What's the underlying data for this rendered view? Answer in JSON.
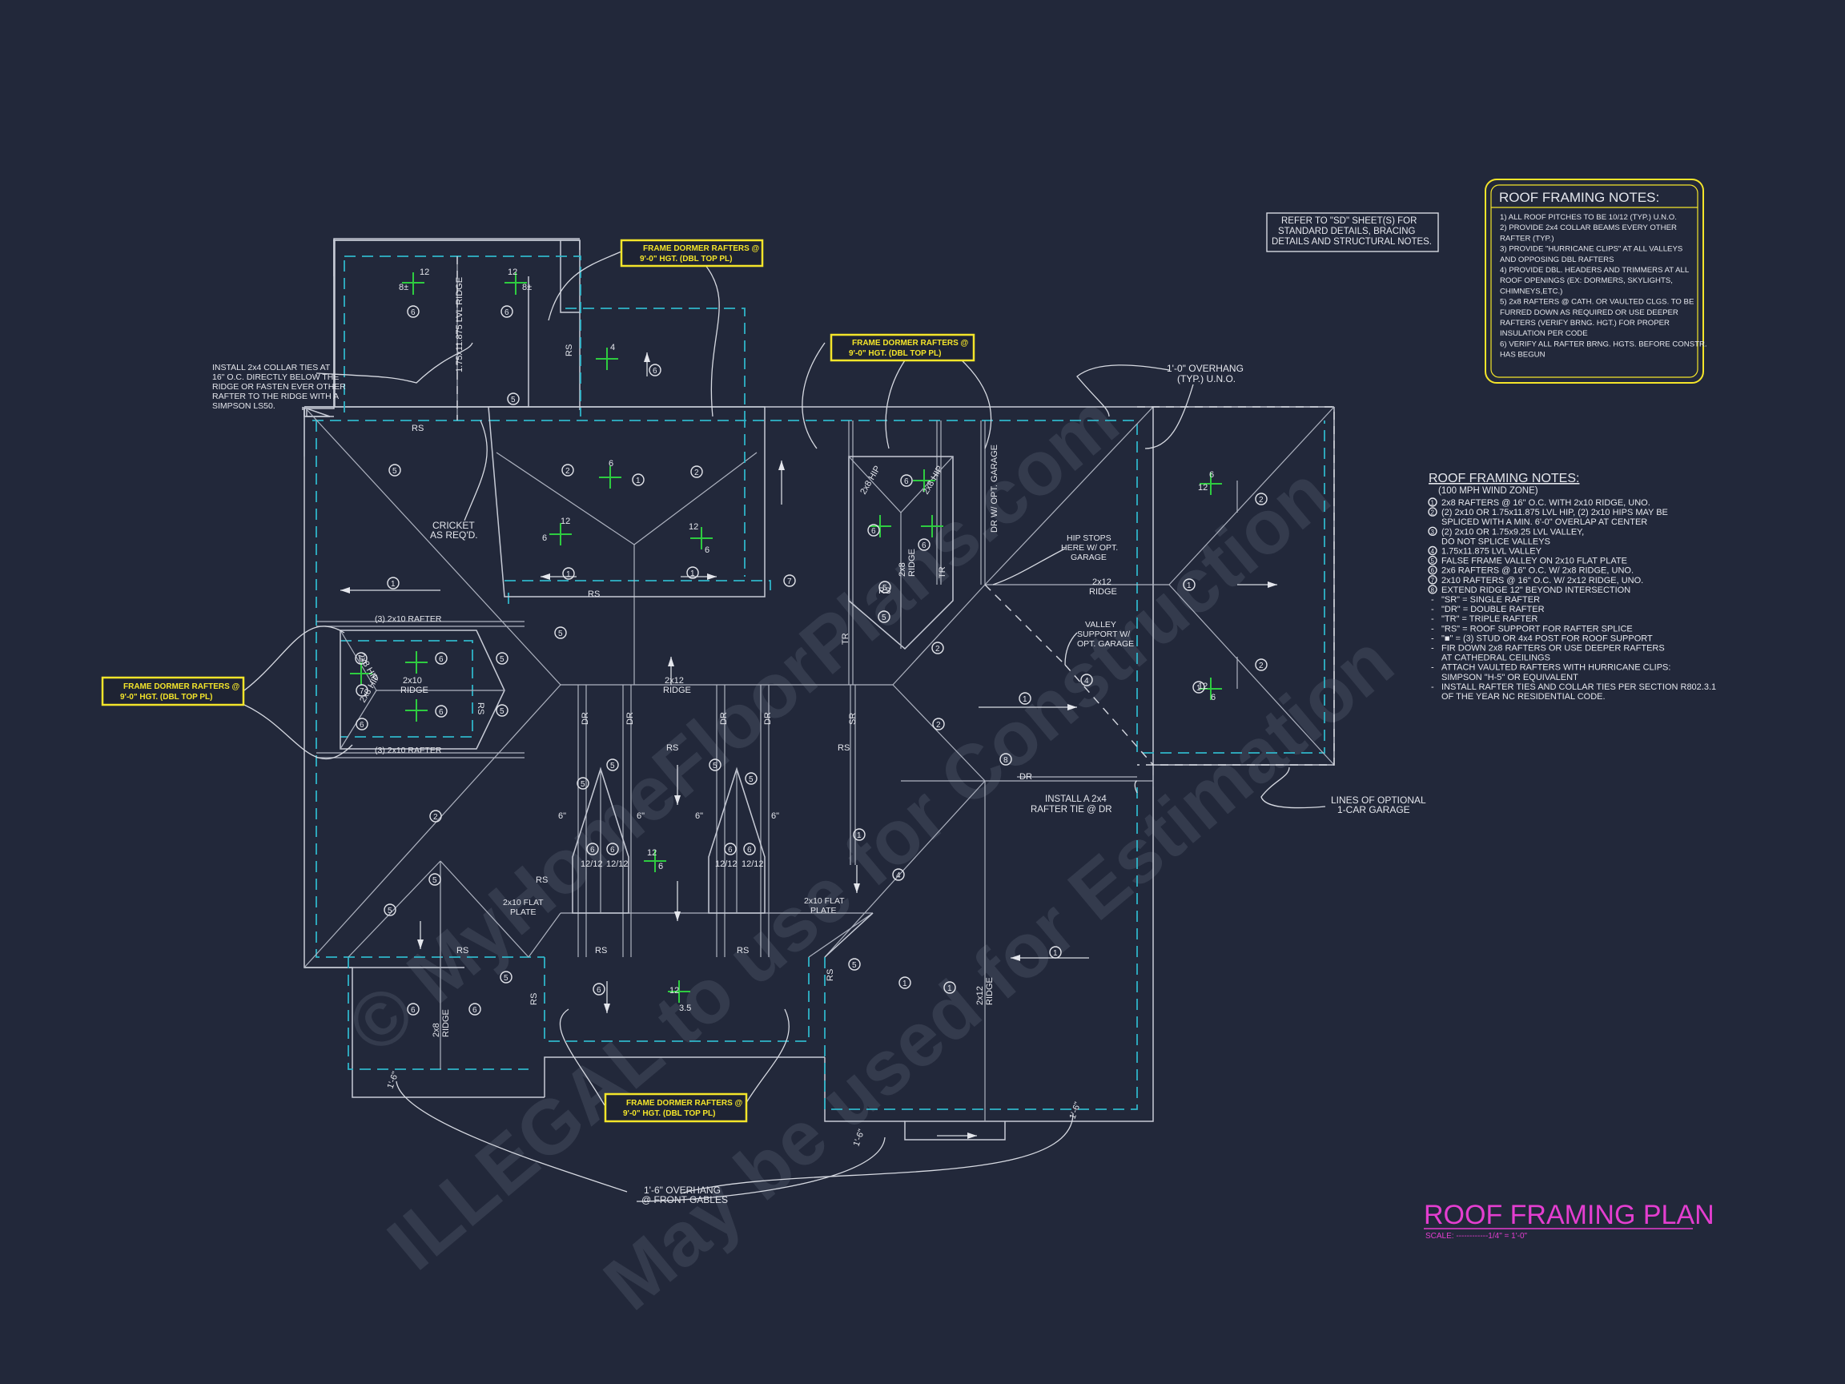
{
  "watermark": {
    "line1": "© MyHomeFloorPlans.com",
    "line2": "ILLEGAL to use for Construction",
    "line3": "May be used for Estimation"
  },
  "title": {
    "main": "ROOF FRAMING PLAN",
    "scale": "SCALE: ------------1/4\" = 1'-0\""
  },
  "refer_box": [
    "REFER TO \"SD\" SHEET(S) FOR",
    "STANDARD DETAILS, BRACING",
    "DETAILS AND STRUCTURAL NOTES."
  ],
  "notes_box": {
    "title": "ROOF FRAMING NOTES:",
    "lines": [
      "1) ALL ROOF PITCHES TO BE 10/12 (TYP.) U.N.O.",
      "2) PROVIDE 2x4 COLLAR BEAMS EVERY OTHER",
      "    RAFTER (TYP.)",
      "3) PROVIDE \"HURRICANE CLIPS\" AT ALL VALLEYS",
      "    AND OPPOSING DBL RAFTERS",
      "4) PROVIDE DBL. HEADERS AND TRIMMERS AT ALL",
      "    ROOF OPENINGS (EX: DORMERS, SKYLIGHTS,",
      "    CHIMNEYS,ETC.)",
      "5) 2x8 RAFTERS @ CATH. OR VAULTED CLGS. TO BE",
      "    FURRED DOWN AS REQUIRED OR USE DEEPER",
      "    RAFTERS (VERIFY BRNG. HGT.) FOR PROPER",
      "    INSULATION PER CODE",
      "6) VERIFY ALL RAFTER BRNG. HGTS. BEFORE CONSTR.",
      "    HAS BEGUN"
    ]
  },
  "legend": {
    "title": "ROOF FRAMING NOTES:",
    "subtitle": "(100 MPH WIND ZONE)",
    "items": [
      {
        "mark": "1",
        "text": "2x8 RAFTERS @ 16\" O.C. WITH 2x10 RIDGE, UNO."
      },
      {
        "mark": "2",
        "text": "(2) 2x10 OR 1.75x11.875 LVL HIP, (2) 2x10 HIPS MAY BE"
      },
      {
        "mark": "",
        "text": "SPLICED WITH A MIN. 6'-0\" OVERLAP AT CENTER"
      },
      {
        "mark": "3",
        "text": "(2) 2x10 OR 1.75x9.25 LVL VALLEY,"
      },
      {
        "mark": "",
        "text": "DO NOT SPLICE VALLEYS"
      },
      {
        "mark": "4",
        "text": "1.75x11.875 LVL VALLEY"
      },
      {
        "mark": "5",
        "text": "FALSE FRAME VALLEY ON 2x10 FLAT PLATE"
      },
      {
        "mark": "6",
        "text": "2x6 RAFTERS @ 16\" O.C. W/ 2x8 RIDGE, UNO."
      },
      {
        "mark": "7",
        "text": "2x10 RAFTERS @ 16\" O.C. W/ 2x12 RIDGE, UNO."
      },
      {
        "mark": "8",
        "text": "EXTEND RIDGE 12\" BEYOND INTERSECTION"
      },
      {
        "mark": "-",
        "text": "\"SR\" = SINGLE RAFTER"
      },
      {
        "mark": "-",
        "text": "\"DR\" = DOUBLE RAFTER"
      },
      {
        "mark": "-",
        "text": "\"TR\" = TRIPLE RAFTER"
      },
      {
        "mark": "-",
        "text": "\"RS\" = ROOF SUPPORT FOR RAFTER SPLICE"
      },
      {
        "mark": "-",
        "text": "\"■\" = (3) STUD OR 4x4 POST FOR ROOF SUPPORT"
      },
      {
        "mark": "-",
        "text": "FIR DOWN 2x8 RAFTERS OR USE DEEPER RAFTERS"
      },
      {
        "mark": "",
        "text": "AT CATHEDRAL CEILINGS"
      },
      {
        "mark": "-",
        "text": "ATTACH VAULTED RAFTERS WITH HURRICANE CLIPS:"
      },
      {
        "mark": "",
        "text": "SIMPSON \"H-5\" OR EQUIVALENT"
      },
      {
        "mark": "-",
        "text": "INSTALL RAFTER TIES AND COLLAR TIES PER SECTION R802.3.1"
      },
      {
        "mark": "",
        "text": "OF THE YEAR NC RESIDENTIAL CODE."
      }
    ]
  },
  "dormer_labels": {
    "top": [
      "FRAME DORMER RAFTERS @",
      "9'-0\" HGT. (DBL TOP PL)"
    ],
    "mid": [
      "FRAME DORMER RAFTERS @",
      "9'-0\" HGT. (DBL TOP PL)"
    ],
    "left": [
      "FRAME DORMER RAFTERS @",
      "9'-0\" HGT. (DBL TOP PL)"
    ],
    "bottom": [
      "FRAME DORMER RAFTERS @",
      "9'-0\" HGT. (DBL TOP PL)"
    ]
  },
  "annotations": {
    "collar": [
      "INSTALL 2x4 COLLAR TIES AT",
      "16\" O.C. DIRECTLY BELOW THE",
      "RIDGE OR FASTEN EVER OTHER",
      "RAFTER TO THE RIDGE WITH A",
      "SIMPSON LS50."
    ],
    "cricket": [
      "CRICKET",
      "AS REQ'D."
    ],
    "overhang_top": [
      "1'-0\" OVERHANG",
      "(TYP.) U.N.O."
    ],
    "hip_stops": [
      "HIP STOPS",
      "HERE W/ OPT.",
      "GARAGE"
    ],
    "valley_support": [
      "VALLEY",
      "SUPPORT W/",
      "OPT. GARAGE"
    ],
    "rafter_tie": [
      "INSTALL A 2x4",
      "RAFTER TIE @ DR"
    ],
    "optional_garage": [
      "LINES OF OPTIONAL",
      "1-CAR GARAGE"
    ],
    "overhang_bottom": [
      "1'-6\" OVERHANG",
      "@ FRONT GABLES"
    ],
    "rafter_3_2x10_top": "(3) 2x10 RAFTER",
    "rafter_3_2x10_bottom": "(3) 2x10 RAFTER",
    "flat_plate_left": [
      "2x10 FLAT",
      "PLATE"
    ],
    "flat_plate_right": [
      "2x10 FLAT",
      "PLATE"
    ],
    "dr_opt_garage": "DR W/ OPT. GARAGE",
    "lvl_ridge": "1.75x11.875 LVL RIDGE"
  },
  "drawing_labels": {
    "rs": "RS",
    "dr": "DR",
    "tr": "TR",
    "sr": "SR",
    "ridge_2x12": [
      "2x12",
      "RIDGE"
    ],
    "ridge_2x10": [
      "2x10",
      "RIDGE"
    ],
    "ridge_2x8": [
      "2x8",
      "RIDGE"
    ],
    "pitch_12": "12",
    "pitch_6": "6",
    "pitch_8": "8±",
    "pitch_4": "4",
    "pitch_35": "3.5",
    "pitch_1212": "12/12",
    "hip_2x8": "2x8 HIP",
    "dim_6": "6\"",
    "dim_16": "1'-6\""
  },
  "colors": {
    "background": "#22283a",
    "linework": "#c7cbd6",
    "dashed_walls": "#2fb5c9",
    "pitch_marks": "#2ecc40",
    "dormer_labels": "#f4e52a",
    "title": "#e43ed0"
  }
}
